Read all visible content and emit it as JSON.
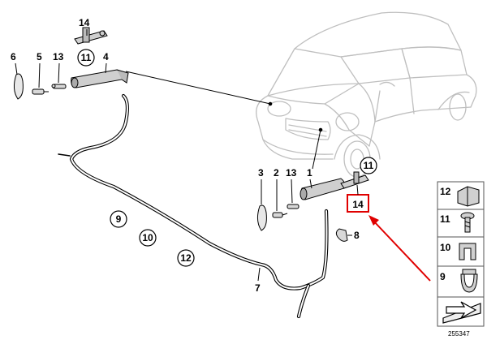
{
  "diagram_number": "255347",
  "callouts": {
    "c1": "1",
    "c2": "2",
    "c3": "3",
    "c4": "4",
    "c5": "5",
    "c6": "6",
    "c7": "7",
    "c8": "8",
    "c9": "9",
    "c10": "10",
    "c11_top": "11",
    "c11_mid": "11",
    "c12": "12",
    "c13_top": "13",
    "c13_mid": "13",
    "c14_top": "14",
    "c14_highlight": "14"
  },
  "legend": {
    "items": [
      "12",
      "11",
      "10",
      "9"
    ]
  },
  "colors": {
    "highlight": "#e00000",
    "line": "#000000",
    "car_outline": "#bfbfbf",
    "legend_border": "#555555"
  }
}
